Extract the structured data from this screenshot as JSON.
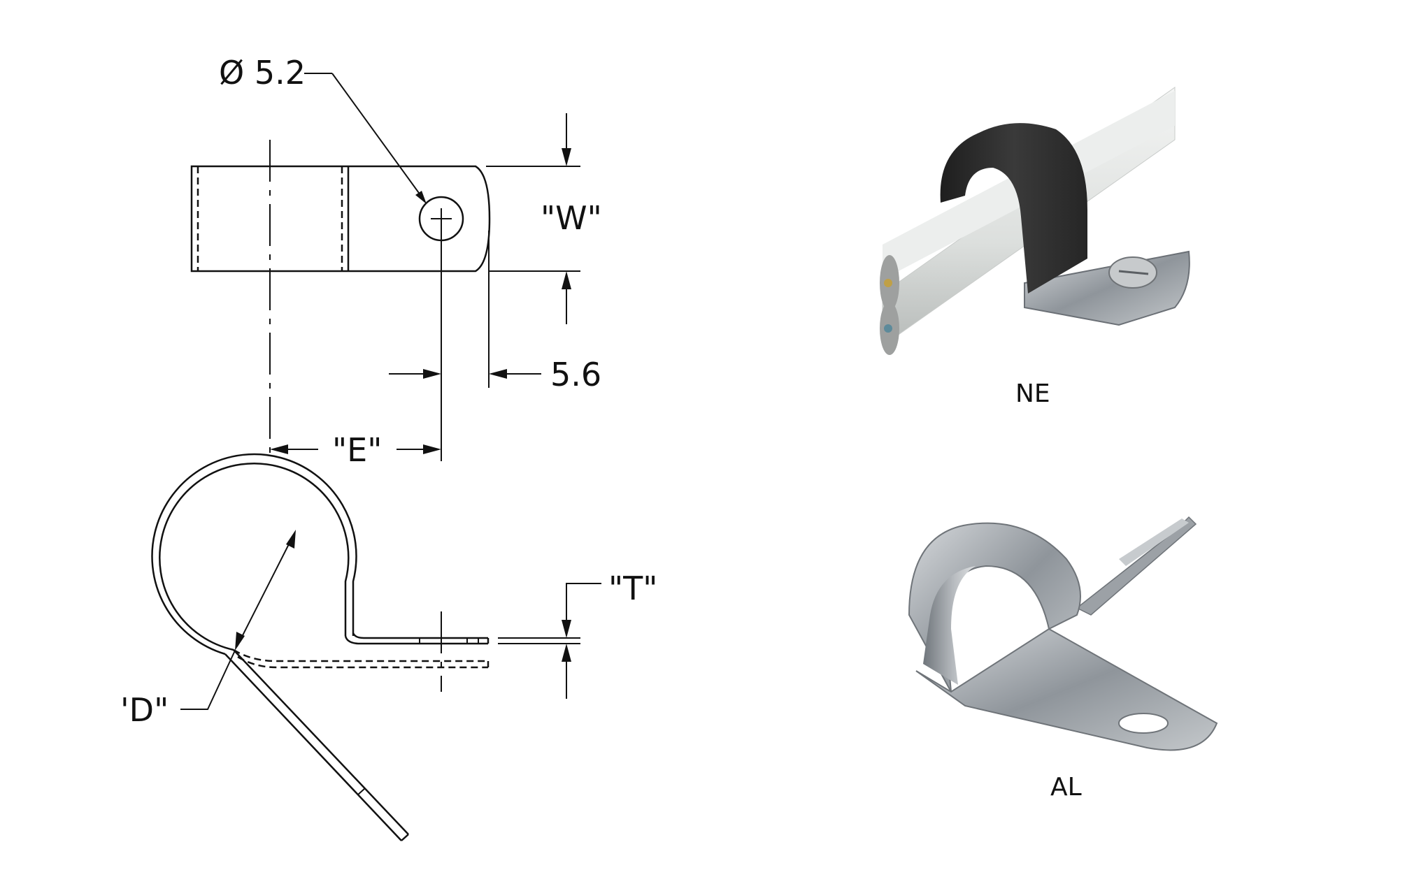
{
  "drawing": {
    "hole_diameter_label": "Ø 5.2",
    "width_label": "\"W\"",
    "edge_offset_label": "5.6",
    "e_label": "\"E\"",
    "thickness_label": "\"T\"",
    "diameter_label": "'D\""
  },
  "products": [
    {
      "caption": "NE",
      "image_icon": "black-cushioned-cable-clamp-on-white-cables-photo"
    },
    {
      "caption": "AL",
      "image_icon": "aluminium-p-clip-photo"
    }
  ],
  "colors": {
    "line": "#111111",
    "rubber": "#2b2b2b",
    "metal": "#9ea3a8",
    "cable": "#e4e6e5"
  }
}
